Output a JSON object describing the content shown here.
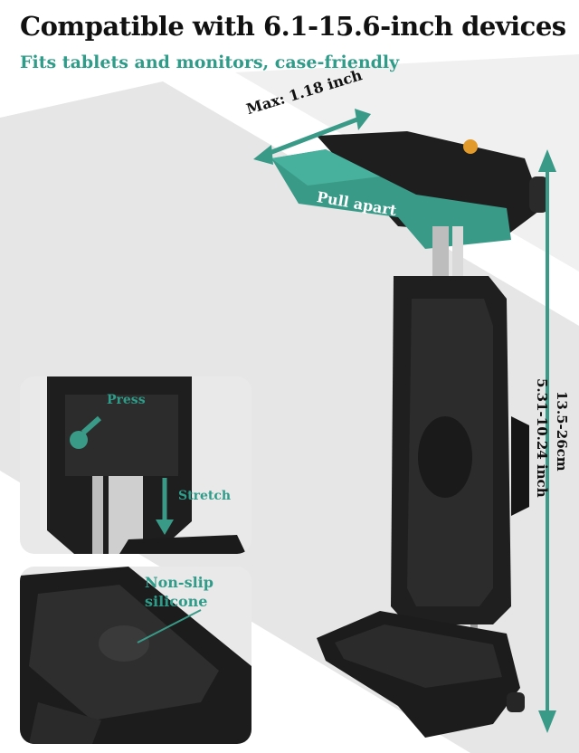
{
  "header": {
    "title": "Compatible with 6.1-15.6-inch devices",
    "subtitle": "Fits tablets and monitors, case-friendly"
  },
  "callouts": {
    "max_width": "Max: 1.18 inch",
    "pull_apart": "Pull apart",
    "height_cm": "13.5-26cm",
    "height_inch": "5.31-10.24 inch",
    "press": "Press",
    "stretch": "Stretch",
    "non_slip_line1": "Non-slip",
    "non_slip_line2": "silicone"
  },
  "colors": {
    "accent": "#2f9c8a",
    "body": "#1f1f1f",
    "background_band": "#e4e4e4"
  }
}
